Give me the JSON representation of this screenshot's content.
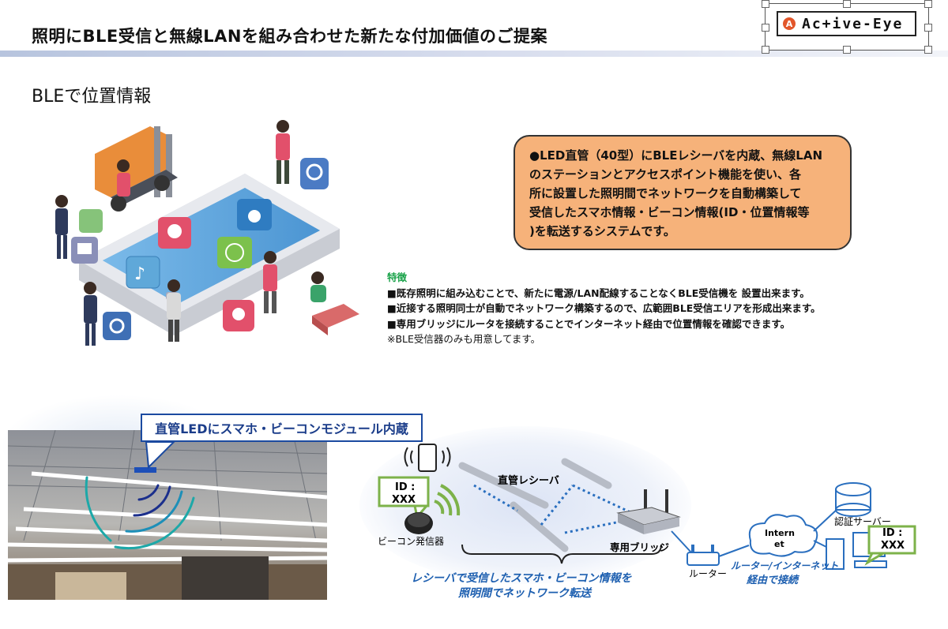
{
  "header": {
    "title": "照明にBLE受信と無線LANを組み合わせた新たな付加価値のご提案",
    "logo_mark": "A",
    "logo_text": "Ac+ive-Eye"
  },
  "section_title": "BLEで位置情報",
  "summary": {
    "lines": [
      "●LED直管（40型）にBLEレシーバを内蔵、無線LAN",
      "のステーションとアクセスポイント機能を使い、各",
      "所に設置した照明間でネットワークを自動構築して",
      "受信したスマホ情報・ビーコン情報(ID・位置情報等",
      ")を転送するシステムです。"
    ]
  },
  "features": {
    "heading": "特徴",
    "items": [
      "■既存照明に組み込むことで、新たに電源/LAN配線することなくBLE受信機を 設置出来ます。",
      "■近接する照明同士が自動でネットワーク構築するので、広範囲BLE受信エリアを形成出来ます。",
      "■専用ブリッジにルータを接続することでインターネット経由で位置情報を確認できます。"
    ],
    "note": "※BLE受信器のみも用意してます。"
  },
  "diagram": {
    "callout": "直管LEDにスマホ・ビーコンモジュール内蔵",
    "id_tag_line1": "ID :",
    "id_tag_line2": "XXX",
    "beacon_label": "ビーコン発信器",
    "receiver_label": "直管レシーバ",
    "bridge_label": "専用ブリッジ",
    "router_label": "ルーター",
    "internet_label_1": "Intern",
    "internet_label_2": "et",
    "server_label": "認証サーバー",
    "transfer_caption_1": "レシーバで受信したスマホ・ビーコン情報を",
    "transfer_caption_2": "照明間でネットワーク転送",
    "router_caption_1": "ルーター/インターネット",
    "router_caption_2": "経由で接続"
  },
  "colors": {
    "accent_orange": "#f6b27a",
    "feature_heading": "#1aa24a",
    "caption_blue": "#1d5fb0",
    "callout_border": "#1b4aa0"
  }
}
